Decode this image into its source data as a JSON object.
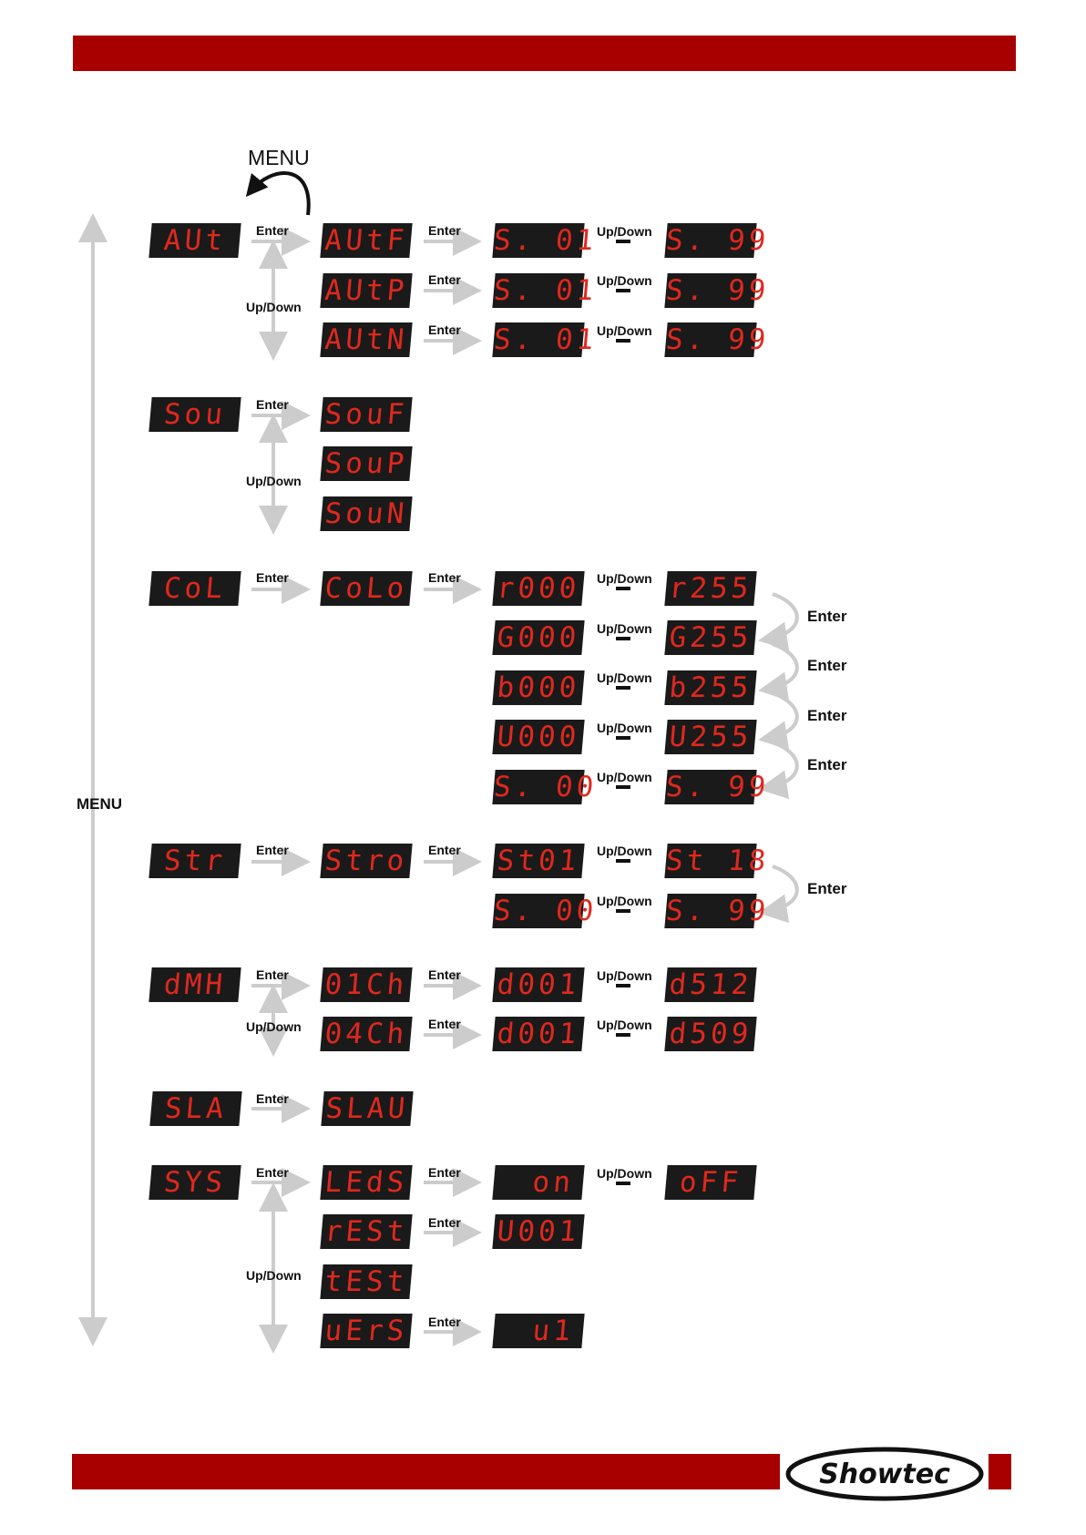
{
  "menu_label": "MENU",
  "menu_side_label": "MENU",
  "labels": {
    "enter": "Enter",
    "updown": "Up/Down"
  },
  "logo_text": "Showtec",
  "colors": {
    "bar": "#a80000",
    "lcd_bg": "#1a1a1a",
    "lcd_text": "#e0281e",
    "arrow": "#cccccc"
  },
  "displays": {
    "aut": "AUt",
    "autf": "AUtF",
    "autp": "AUtP",
    "autn": "AUtN",
    "aut_s1_min": "S. 01",
    "aut_s1_max": "S. 99",
    "aut_s2_min": "S. 01",
    "aut_s2_max": "S. 99",
    "aut_s3_min": "S. 01",
    "aut_s3_max": "S. 99",
    "sou": "Sou",
    "souf": "SouF",
    "soup": "SouP",
    "soun": "SouN",
    "col": "CoL",
    "colo": "CoLo",
    "r000": "r000",
    "r255": "r255",
    "g000": "G000",
    "g255": "G255",
    "b000": "b000",
    "b255": "b255",
    "u000": "U000",
    "u255": "U255",
    "col_s_min": "S. 00",
    "col_s_max": "S. 99",
    "str": "Str",
    "stro": "Stro",
    "st01": "St01",
    "st18": "St 18",
    "str_s_min": "S. 00",
    "str_s_max": "S. 99",
    "dmx": "dMH",
    "ch01": "01Ch",
    "ch04": "04Ch",
    "d001a": "d001",
    "d512": "d512",
    "d001b": "d001",
    "d509": "d509",
    "sla": "SLA",
    "slau": "SLAU",
    "sys": "SYS",
    "leds": "LEdS",
    "on": "on",
    "off": "oFF",
    "rest": "rESt",
    "u001": "U001",
    "test": "tESt",
    "vers": "uErS",
    "v1": "u1"
  }
}
